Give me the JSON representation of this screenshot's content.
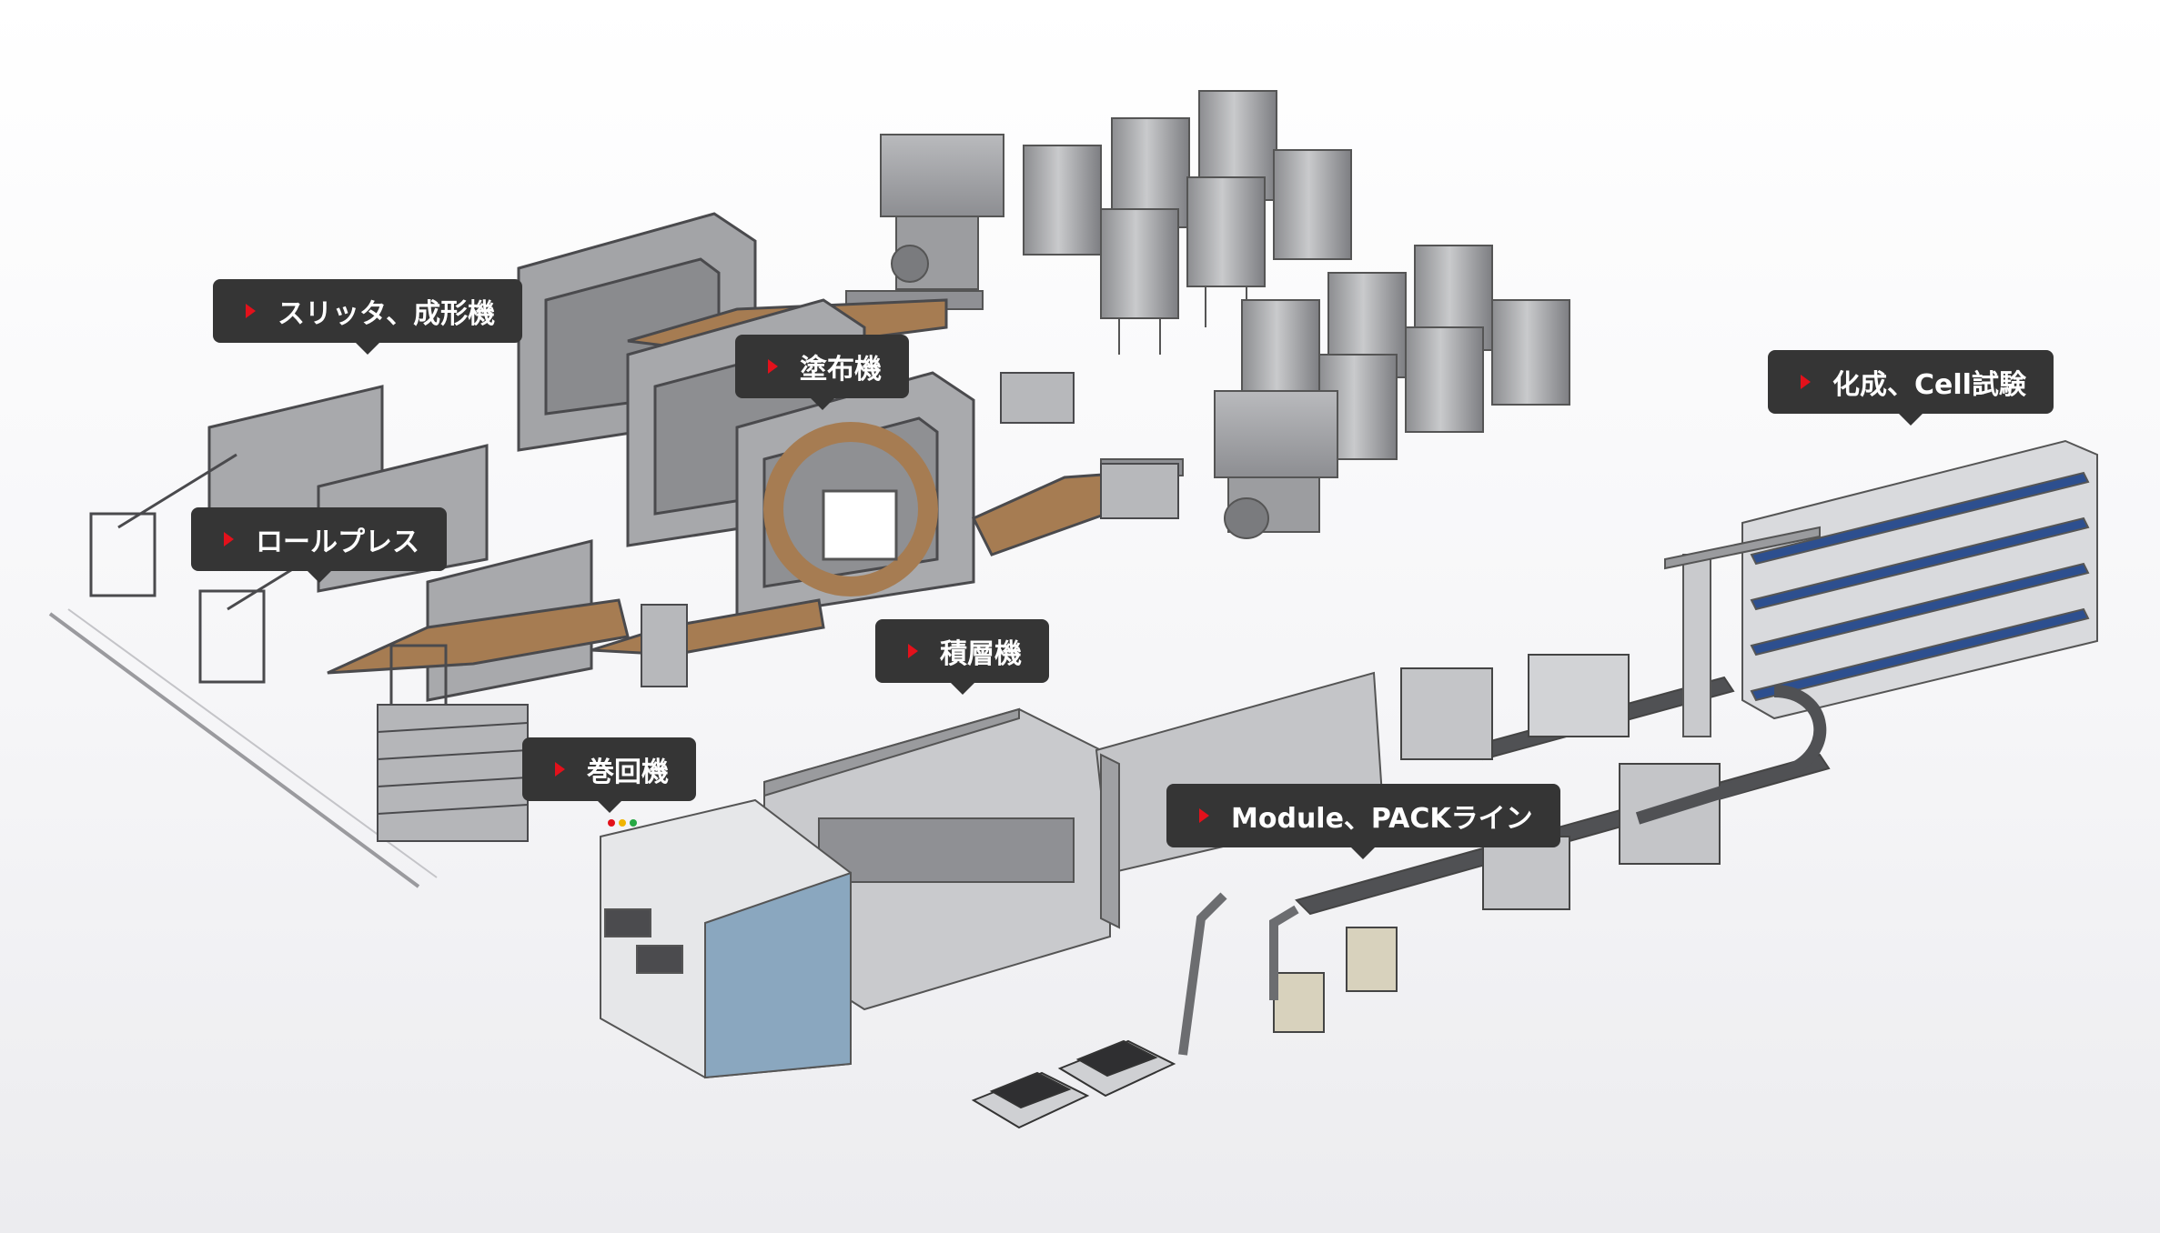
{
  "labels": {
    "slitter": "スリッタ、成形機",
    "coater": "塗布機",
    "rollpress": "ロールプレス",
    "stacker": "積層機",
    "winder": "巻回機",
    "module_pack": "Module、PACKライン",
    "formation": "化成、Cell試験"
  },
  "colors": {
    "callout_bg": "#353535",
    "callout_text": "#ffffff",
    "arrow": "#e3111b",
    "machine": "#a7a8ab",
    "electrode_film": "#a67c52",
    "rack_tray": "#2d4f8f",
    "winder_panel": "#8aa7bf"
  },
  "icons": {
    "label_marker": "triangle-right-icon"
  }
}
